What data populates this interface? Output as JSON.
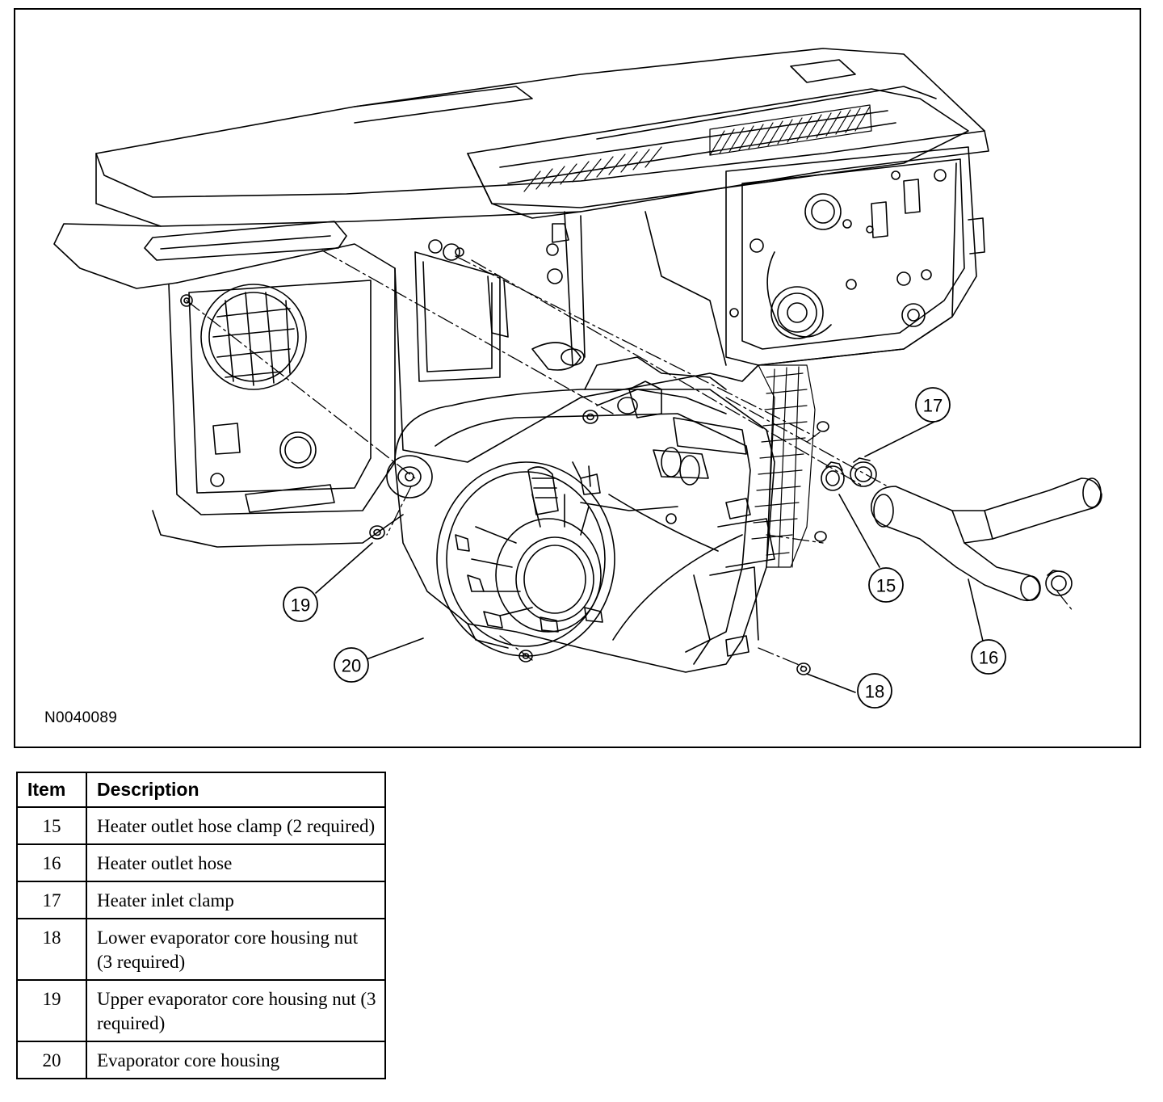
{
  "figure": {
    "id_label": "N0040089",
    "callouts": [
      "15",
      "16",
      "17",
      "18",
      "19",
      "20"
    ]
  },
  "legend": {
    "headers": {
      "item": "Item",
      "description": "Description"
    },
    "rows": [
      {
        "item": "15",
        "description": "Heater outlet hose clamp (2 required)"
      },
      {
        "item": "16",
        "description": "Heater outlet hose"
      },
      {
        "item": "17",
        "description": "Heater inlet clamp"
      },
      {
        "item": "18",
        "description": "Lower evaporator core housing nut (3 required)"
      },
      {
        "item": "19",
        "description": "Upper evaporator core housing nut (3 required)"
      },
      {
        "item": "20",
        "description": "Evaporator core housing"
      }
    ]
  }
}
